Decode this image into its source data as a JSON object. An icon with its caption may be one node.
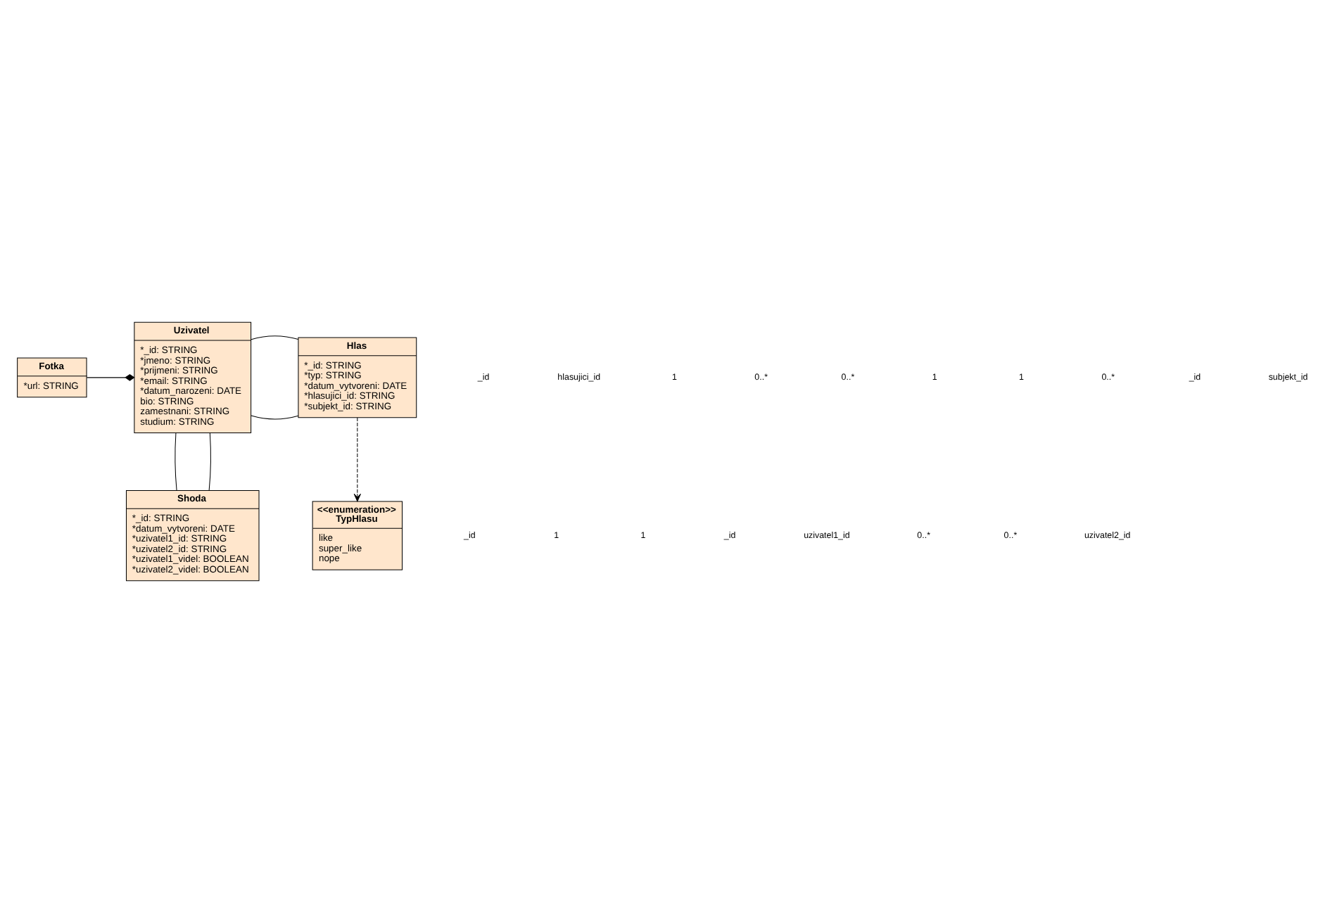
{
  "diagram": {
    "nodes": [
      {
        "text": [
          "Fotka",
          "*url: STRING"
        ]
      },
      {
        "text": [
          "Uzivatel",
          "*_id: STRING",
          "*jmeno: STRING",
          "*prijmeni: STRING",
          "*email: STRING",
          "*datum_narozeni: DATE",
          "bio: STRING",
          "zamestnani: STRING",
          "studium: STRING"
        ]
      },
      {
        "text": [
          "Hlas",
          "*_id: STRING",
          "*typ: STRING",
          "*datum_vytvoreni: DATE",
          "*hlasujici_id: STRING",
          "*subjekt_id: STRING"
        ]
      },
      {
        "text": [
          "Shoda",
          "*_id: STRING",
          "*datum_vytvoreni: DATE",
          "*uzivatel1_id: STRING",
          "*uzivatel2_id: STRING",
          "*uzivatel1_videl: BOOLEAN",
          "*uzivatel2_videl: BOOLEAN"
        ]
      },
      {
        "text": [
          "<<enumeration>>",
          "TypHlasu",
          "like",
          "super_like",
          "nope"
        ]
      }
    ],
    "edges": [
      {
        "from": 0,
        "to": 1,
        "arrow": "other"
      },
      {
        "from": 1,
        "to": 2,
        "arrow": "none"
      },
      {
        "from": 1,
        "to": 2,
        "arrow": "none"
      },
      {
        "from": 1,
        "to": 3,
        "arrow": "none"
      },
      {
        "from": 1,
        "to": 3,
        "arrow": "none"
      },
      {
        "from": 2,
        "to": 4,
        "arrow": "to",
        "style": "dashed"
      }
    ],
    "labels": [
      "_id",
      "hlasujici_id",
      "1",
      "0..*",
      "0..*",
      "1",
      "1",
      "0..*",
      "_id",
      "subjekt_id",
      "_id",
      "1",
      "1",
      "_id",
      "uzivatel1_id",
      "0..*",
      "0..*",
      "uzivatel2_id"
    ]
  }
}
